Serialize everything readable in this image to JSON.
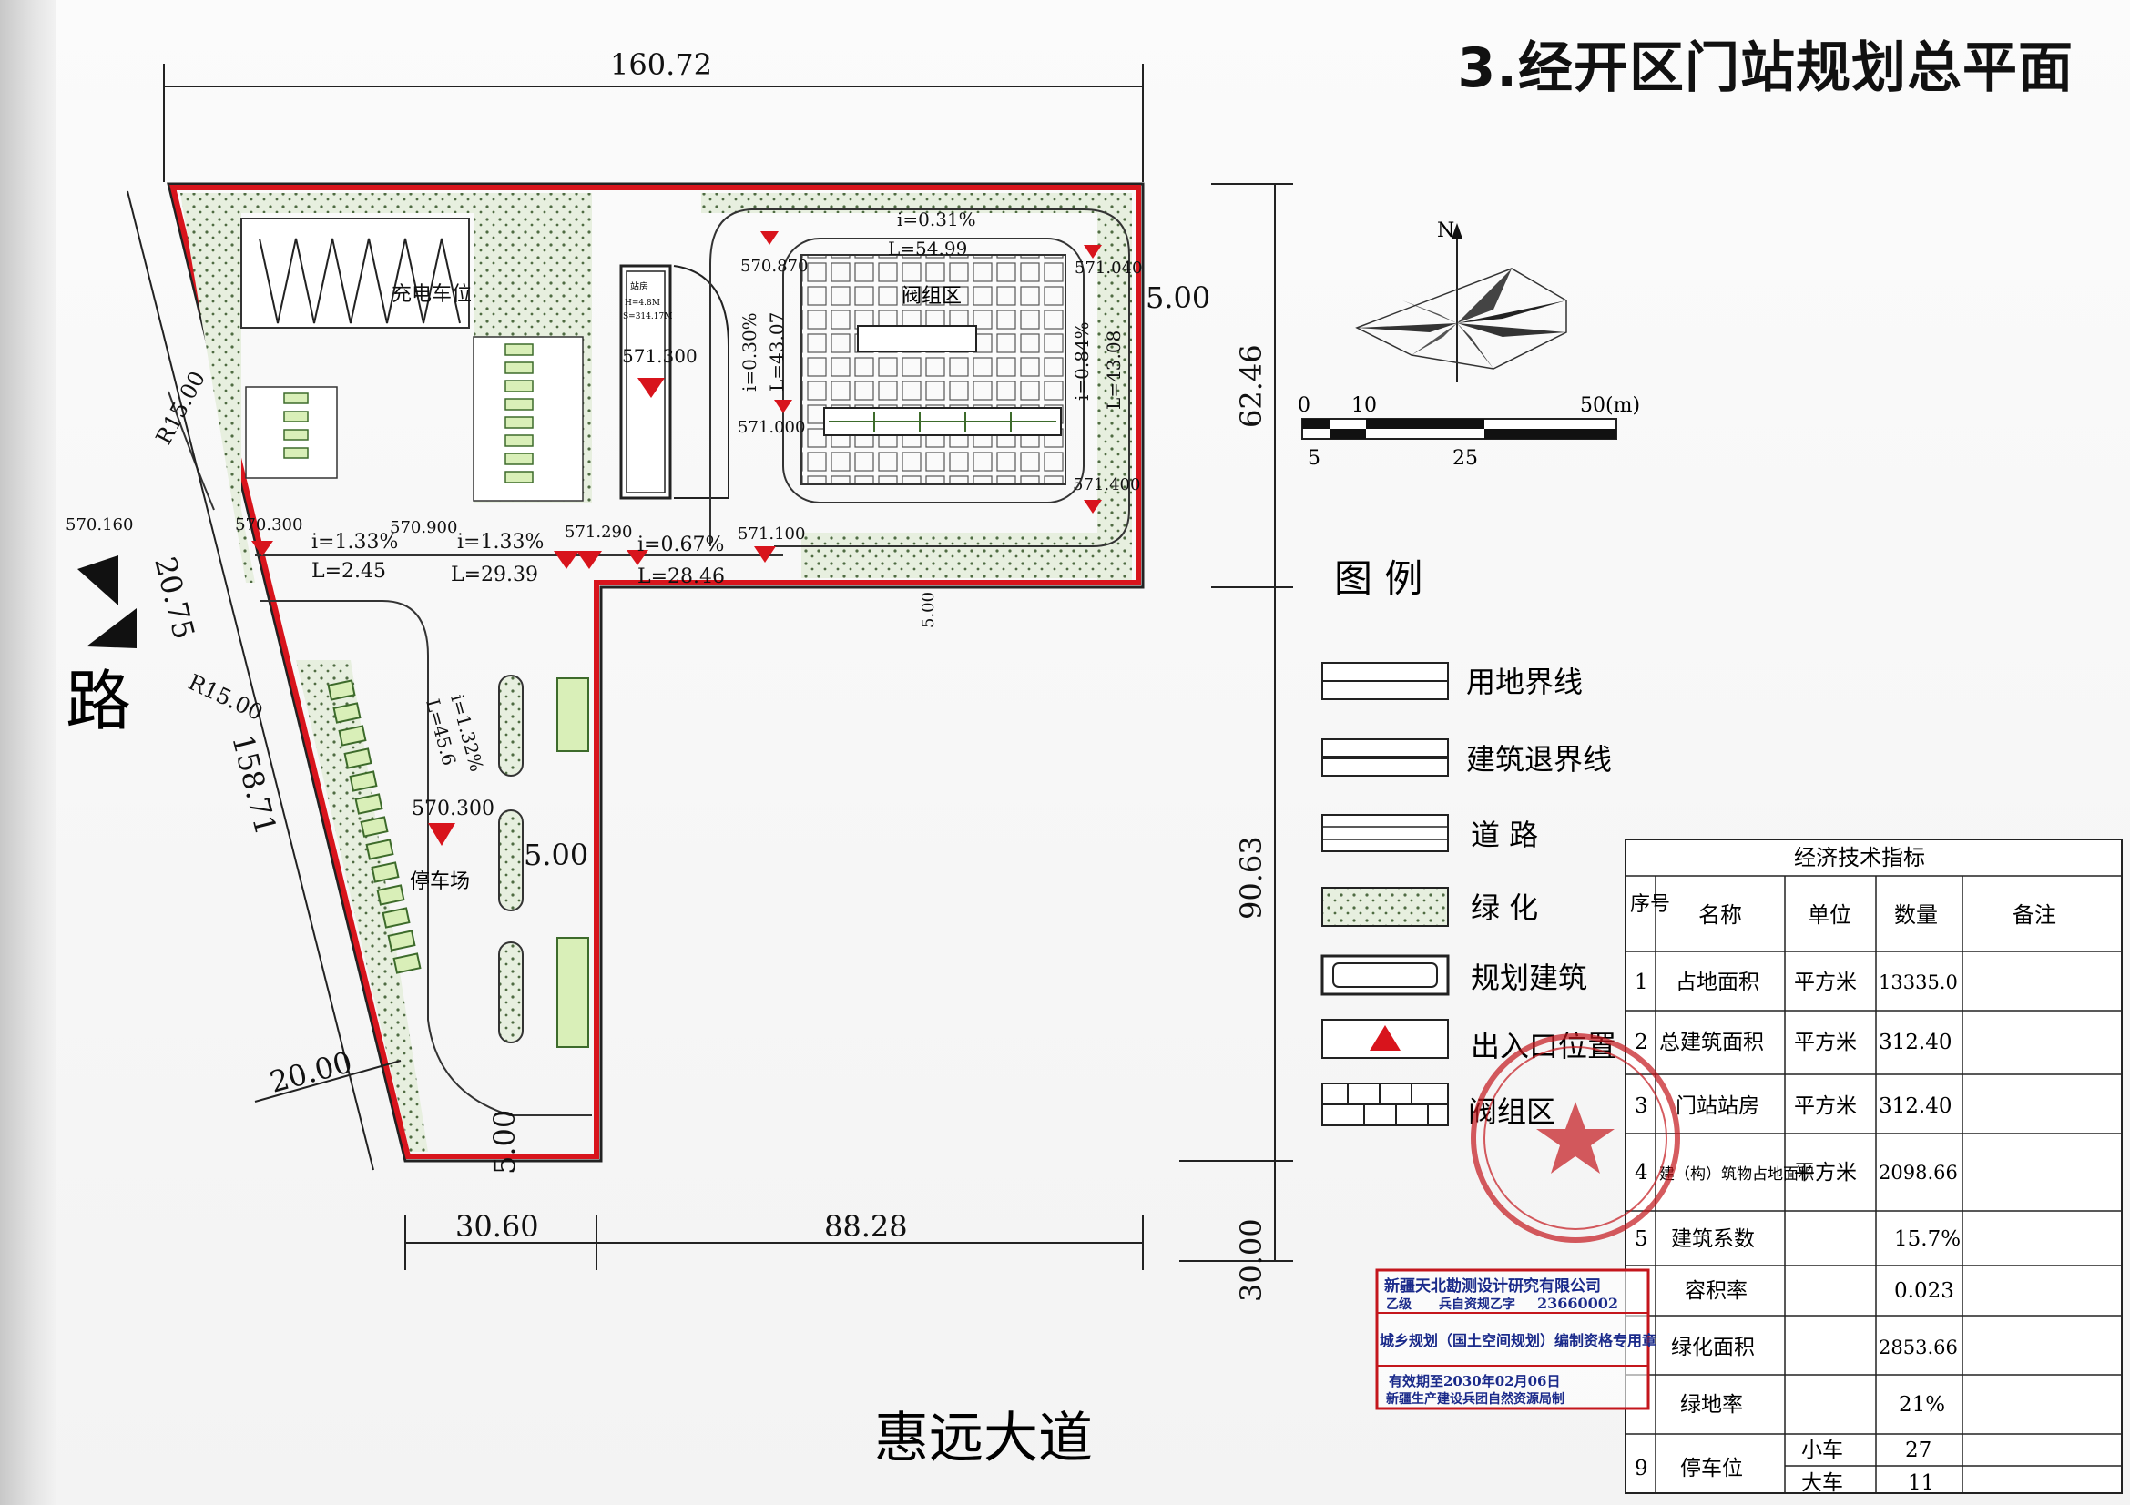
{
  "page": {
    "title": "3.经开区门站规划总平面"
  },
  "road": {
    "west_label": "路",
    "south_label": "惠远大道"
  },
  "plan": {
    "dimensions": {
      "top_width": "160.72",
      "right_upper": "62.46",
      "right_middle": "90.63",
      "right_lower": "30.00",
      "bottom_left": "30.60",
      "bottom_right": "88.28",
      "west_side": "158.71",
      "west_gap": "20.75",
      "south_west": "20.00",
      "setback_east": "5.00",
      "setback_mid": "5.00",
      "setback_south": "5.00",
      "setback_inner": "5.00",
      "radius_north": "R15.00",
      "radius_south": "R15.00"
    },
    "areas": {
      "charging": "充电车位",
      "valve": "阀组区",
      "parking": "停车场",
      "building_note_a": "站房",
      "building_note_b": "H=4.8M",
      "building_note_c": "S=314.17M"
    },
    "elevations": {
      "e1": "570.870",
      "e2": "571.040",
      "e3": "571.300",
      "e4": "571.000",
      "e5": "571.400",
      "e6": "570.160",
      "e7": "570.300",
      "e8": "570.900",
      "e9": "571.290",
      "e10": "571.100",
      "e11": "570.300"
    },
    "slopes": {
      "s1_i": "i=0.31%",
      "s1_l": "L=54.99",
      "s2_i": "i=0.30%",
      "s2_l": "L=43.07",
      "s3_i": "i=0.84%",
      "s3_l": "L=43.08",
      "s4_i": "i=1.33%",
      "s4_l": "L=2.45",
      "s5_i": "i=1.33%",
      "s5_l": "L=29.39",
      "s6_i": "i=0.67%",
      "s6_l": "L=28.46",
      "s7_i": "i=1.32%",
      "s7_l": "L=45.6"
    }
  },
  "compass": {
    "north": "N",
    "scale_labels": [
      "0",
      "10",
      "50(m)",
      "5",
      "25"
    ]
  },
  "legend": {
    "title": "图 例",
    "items": [
      {
        "label": "用地界线"
      },
      {
        "label": "建筑退界线"
      },
      {
        "label": "道 路"
      },
      {
        "label": "绿 化"
      },
      {
        "label": "规划建筑"
      },
      {
        "label": "出入口位置"
      },
      {
        "label": "阀组区"
      }
    ]
  },
  "table": {
    "title": "经济技术指标",
    "headers": [
      "序号",
      "名称",
      "单位",
      "数量",
      "备注"
    ],
    "rows": [
      {
        "no": "1",
        "name": "占地面积",
        "unit": "平方米",
        "qty": "13335.0"
      },
      {
        "no": "2",
        "name": "总建筑面积",
        "unit": "平方米",
        "qty": "312.40"
      },
      {
        "no": "3",
        "name": "门站站房",
        "unit": "平方米",
        "qty": "312.40"
      },
      {
        "no": "4",
        "name": "建（构）筑物占地面积",
        "unit": "平方米",
        "qty": "2098.66"
      },
      {
        "no": "5",
        "name": "建筑系数",
        "unit": "",
        "qty": "15.7%"
      },
      {
        "no": "",
        "name": "容积率",
        "unit": "",
        "qty": "0.023"
      },
      {
        "no": "",
        "name": "绿化面积",
        "unit": "",
        "qty": "2853.66"
      },
      {
        "no": "",
        "name": "绿地率",
        "unit": "",
        "qty": "21%"
      }
    ],
    "parking": {
      "no": "9",
      "name": "停车位",
      "small": "小车",
      "small_qty": "27",
      "large": "大车",
      "large_qty": "11"
    }
  },
  "stamp": {
    "company": "新疆天北勘测设计研究有限公司",
    "grade": "乙级",
    "cert_label": "兵自资规乙字",
    "cert_no": "23660002",
    "seal_use": "城乡规划（国土空间规划）编制资格专用章",
    "valid": "有效期至2030年02月06日",
    "issuer": "新疆生产建设兵团自然资源局制"
  },
  "colors": {
    "boundary": "#d8141c",
    "green_fill": "#cfe3c0",
    "arrow": "#d8141c",
    "stamp_blue": "#1a2a8a",
    "stamp_red": "#c4161c"
  }
}
